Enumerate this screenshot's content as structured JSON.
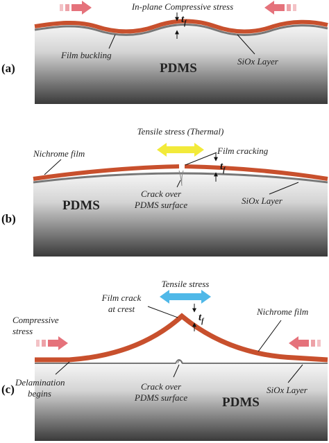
{
  "colors": {
    "film": "#c8502d",
    "film_edge": "#8f3318",
    "siox": "#7a7a7a",
    "pdms_top": "#f4f4f4",
    "pdms_bottom": "#3a3a3a",
    "compress_arrow": "#e5727b",
    "tensile_thermal_arrow": "#f2ea3a",
    "tensile_arrow": "#4fb8e8"
  },
  "panel_a": {
    "panel_label": "(a)",
    "title": "In-plane Compressive stress",
    "thickness_label": "t",
    "thickness_sub": "f",
    "film_buckling": "Film buckling",
    "siox_layer": "SiOx Layer",
    "pdms": "PDMS"
  },
  "panel_b": {
    "panel_label": "(b)",
    "title": "Tensile stress (Thermal)",
    "nichrome_film": "Nichrome film",
    "film_cracking": "Film cracking",
    "thickness_label": "t",
    "thickness_sub": "f",
    "pdms": "PDMS",
    "crack_line1": "Crack over",
    "crack_line2": "PDMS surface",
    "siox_layer": "SiOx Layer"
  },
  "panel_c": {
    "panel_label": "(c)",
    "title": "Tensile stress",
    "crack_line1": "Film crack",
    "crack_line2": "at crest",
    "thickness_label": "t",
    "thickness_sub": "f",
    "nichrome_film": "Nichrome film",
    "compressive_line1": "Compressive",
    "compressive_line2": "stress",
    "delam_line1": "Delamination",
    "delam_line2": "begins",
    "pdms_crack_line1": "Crack over",
    "pdms_crack_line2": "PDMS surface",
    "siox_layer": "SiOx Layer",
    "pdms": "PDMS"
  }
}
